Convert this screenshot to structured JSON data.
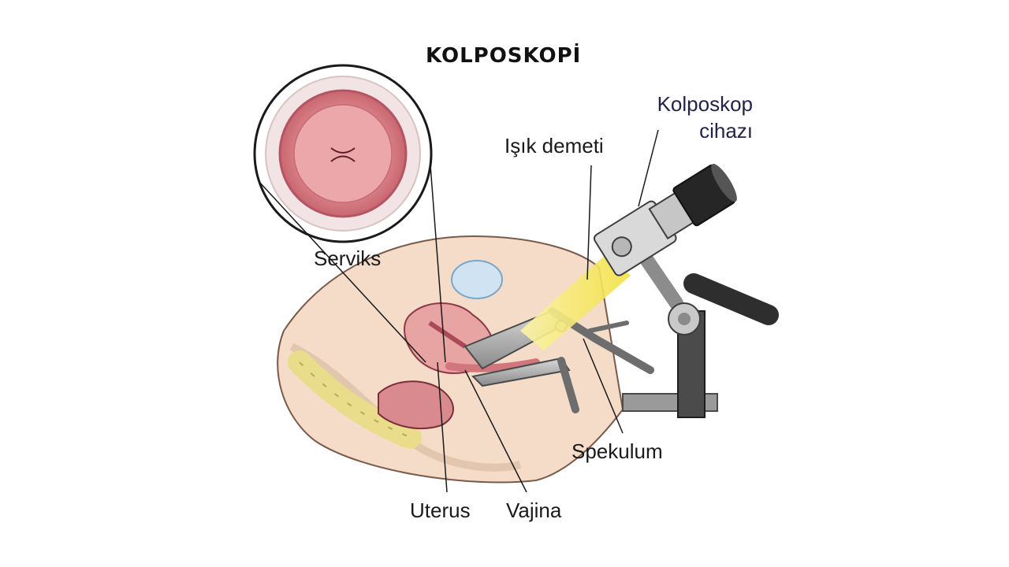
{
  "title": "KOLPOSKOPİ",
  "labels": {
    "device_line1": "Kolposkop",
    "device_line2": "cihazı",
    "light_beam": "Işık demeti",
    "cervix": "Serviks",
    "speculum": "Spekulum",
    "uterus": "Uterus",
    "vagina": "Vajina"
  },
  "colors": {
    "tissue_pink": "#e8a3a3",
    "skin": "#f4dcc8",
    "beam_yellow": "#f6e85a",
    "metal": "#9a9a9a",
    "device_dark": "#2e2e2e"
  }
}
